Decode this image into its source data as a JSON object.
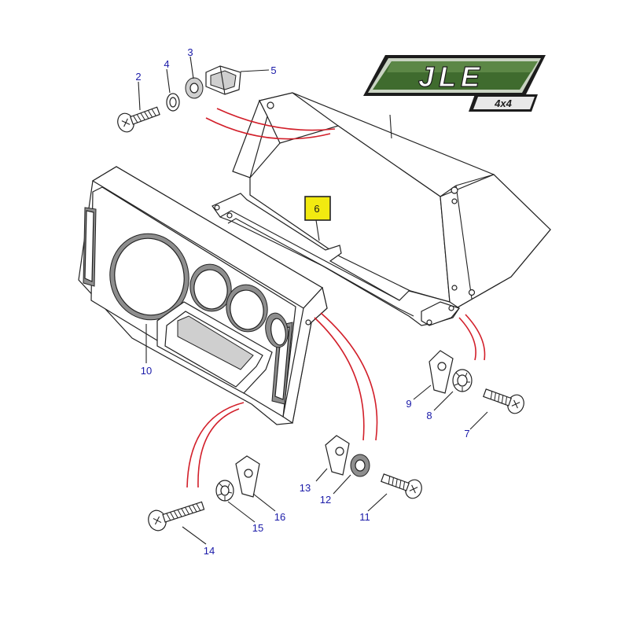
{
  "logo": {
    "brand": "JLE",
    "sub": "4x4",
    "colors": {
      "green": "#3f6b2e",
      "frame": "#1c1c1c"
    }
  },
  "highlight_color": "#f2ea10",
  "label_color": "#1a1aa8",
  "callout_color": "#d21f2a",
  "callouts": {
    "p2": "2",
    "p3": "3",
    "p4": "4",
    "p5": "5",
    "p6": "6",
    "p7": "7",
    "p8": "8",
    "p9": "9",
    "p10": "10",
    "p11": "11",
    "p12": "12",
    "p13": "13",
    "p14": "14",
    "p15": "15",
    "p16": "16"
  }
}
